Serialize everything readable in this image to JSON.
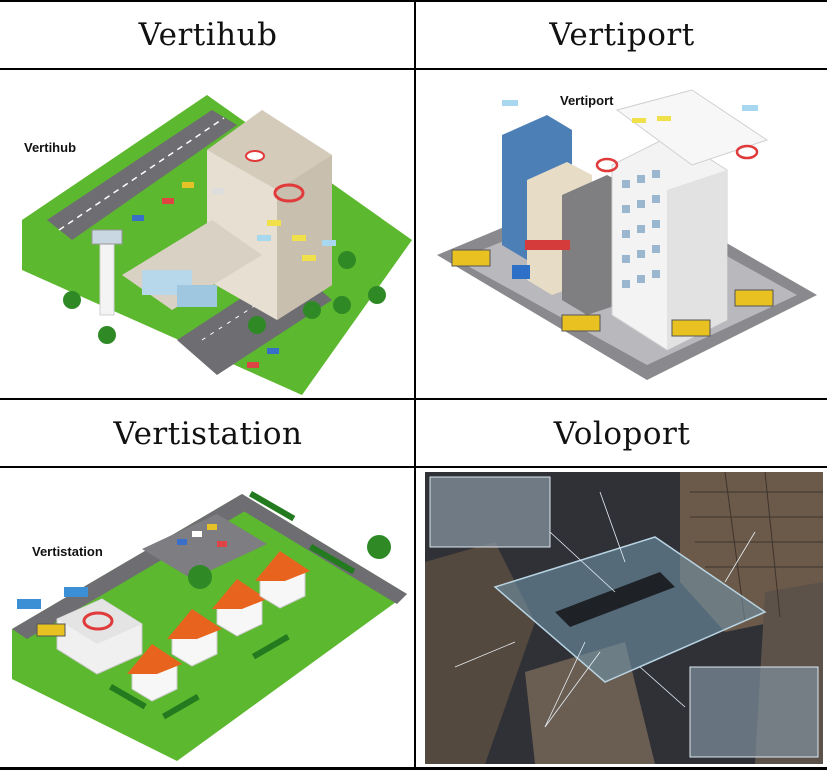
{
  "headers": {
    "vertihub": "Vertihub",
    "vertiport": "Vertiport",
    "vertistation": "Vertistation",
    "voloport": "Voloport"
  },
  "image_labels": {
    "vertihub": "Vertihub",
    "vertiport": "Vertiport",
    "vertistation": "Vertistation"
  },
  "colors": {
    "grass": "#5cb82e",
    "road": "#6e6e72",
    "building_wall": "#e6dfd2",
    "pad_ring": "#e03a3a",
    "roof_orange": "#e8641e",
    "photo_dark": "#2f3136"
  }
}
